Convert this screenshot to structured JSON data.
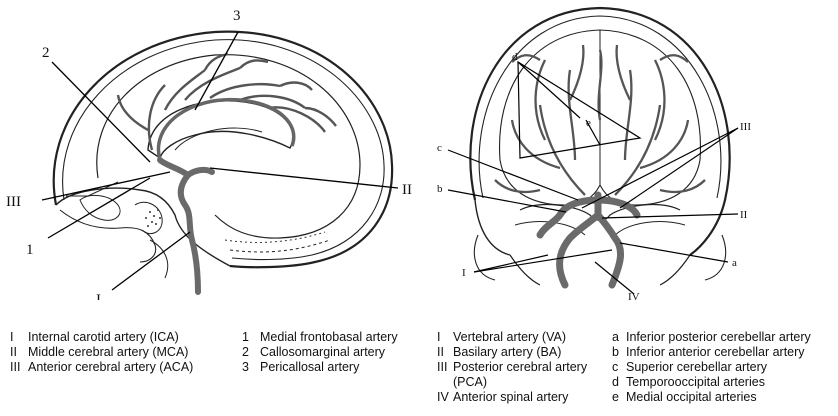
{
  "figure": {
    "left_labels": {
      "one": "1",
      "two": "2",
      "three": "3",
      "I": "I",
      "II": "II",
      "III": "III"
    },
    "right_labels": {
      "a": "a",
      "b": "b",
      "c": "c",
      "d": "d",
      "e": "e",
      "I": "I",
      "II": "II",
      "III": "III",
      "IV": "IV"
    }
  },
  "legend": {
    "col1": [
      {
        "key": "I",
        "text": "Internal carotid artery (ICA)"
      },
      {
        "key": "II",
        "text": "Middle cerebral artery (MCA)"
      },
      {
        "key": "III",
        "text": "Anterior cerebral artery (ACA)"
      }
    ],
    "col2": [
      {
        "key": "1",
        "text": "Medial frontobasal artery"
      },
      {
        "key": "2",
        "text": "Callosomarginal artery"
      },
      {
        "key": "3",
        "text": "Pericallosal artery"
      }
    ],
    "col3": [
      {
        "key": "I",
        "text": "Vertebral artery (VA)"
      },
      {
        "key": "II",
        "text": "Basilary artery (BA)"
      },
      {
        "key": "III",
        "text": "Posterior cerebral artery",
        "cont": "(PCA)"
      },
      {
        "key": "IV",
        "text": "Anterior spinal artery"
      }
    ],
    "col4": [
      {
        "key": "a",
        "text": "Inferior posterior cerebellar artery"
      },
      {
        "key": "b",
        "text": "Inferior anterior cerebellar artery"
      },
      {
        "key": "c",
        "text": "Superior cerebellar artery"
      },
      {
        "key": "d",
        "text": "Temporooccipital arteries"
      },
      {
        "key": "e",
        "text": "Medial occipital arteries"
      }
    ]
  }
}
